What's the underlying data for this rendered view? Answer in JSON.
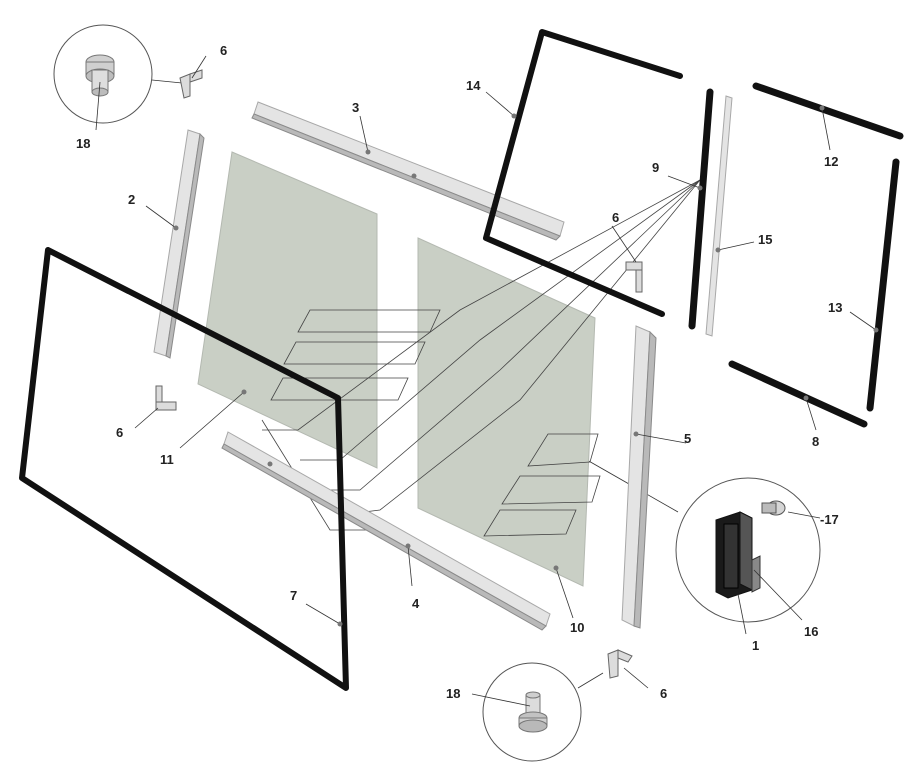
{
  "callouts": {
    "c1": "1",
    "c2": "2",
    "c3": "3",
    "c4": "4",
    "c5": "5",
    "c6a": "6",
    "c6b": "6",
    "c6c": "6",
    "c6d": "6",
    "c7": "7",
    "c8": "8",
    "c9": "9",
    "c10": "10",
    "c11": "11",
    "c12": "12",
    "c13": "13",
    "c14": "14",
    "c15": "15",
    "c16": "16",
    "c17": "-17",
    "c18a": "18",
    "c18b": "18"
  },
  "colors": {
    "frame": "#111111",
    "glass": "#c9cfc5",
    "rail": "#e4e4e4",
    "background": "#ffffff"
  }
}
